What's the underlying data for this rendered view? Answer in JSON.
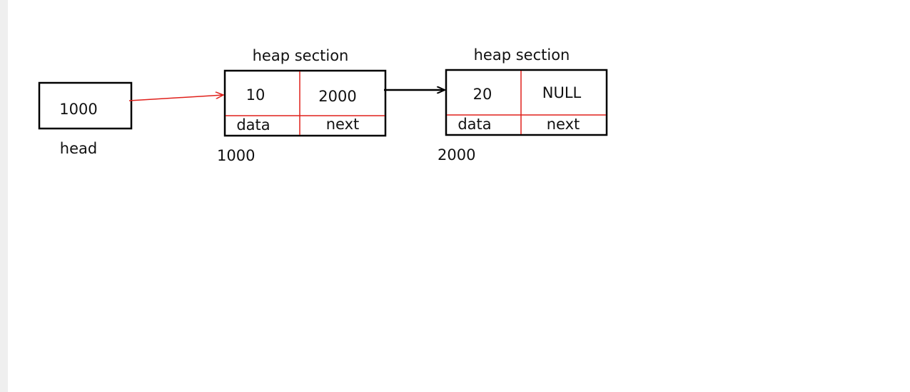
{
  "head_box": {
    "value": "1000",
    "label": "head"
  },
  "nodes": [
    {
      "title": "heap section",
      "data_value": "10",
      "next_value": "2000",
      "data_label": "data",
      "next_label": "next",
      "address": "1000"
    },
    {
      "title": "heap section",
      "data_value": "20",
      "next_value": "NULL",
      "data_label": "data",
      "next_label": "next",
      "address": "2000"
    }
  ],
  "colors": {
    "box_border": "#000000",
    "divider": "#e0201b",
    "head_arrow": "#e0201b",
    "node_arrow": "#000000",
    "left_bar": "#efefef"
  }
}
